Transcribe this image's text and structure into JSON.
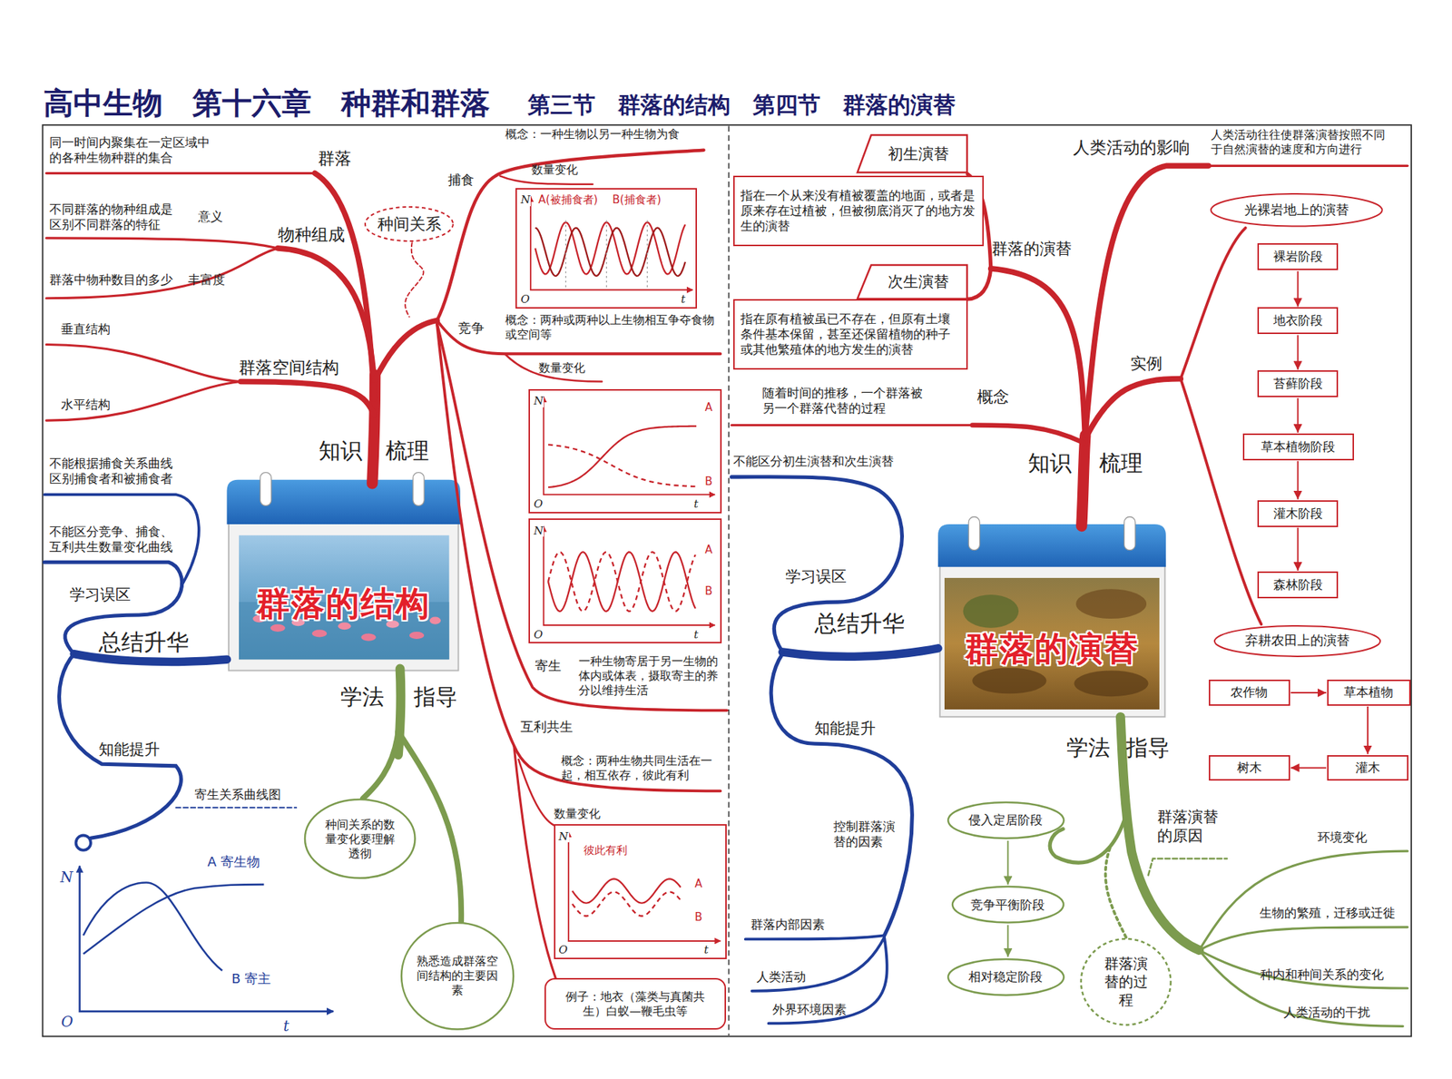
{
  "diagram": {
    "title": "高中生物　第十六章　种群和群落",
    "nodes": [
      {
        "text": [
          "种间关系"
        ]
      },
      {
        "text": [
          "N",
          "A(被捕食者)",
          "B(捕食者)",
          "O",
          "t"
        ]
      },
      {
        "text": [
          "N",
          "A",
          "B",
          "O",
          "t"
        ]
      },
      {
        "text": [
          "N",
          "A",
          "B",
          "O",
          "t"
        ]
      },
      {
        "text": [
          "群落的结构"
        ]
      },
      {
        "text": [
          "N",
          "彼此有利",
          "A",
          "B",
          "O",
          "t"
        ]
      },
      {
        "text": [
          "种间关系的数量变化要理解透彻"
        ]
      },
      {
        "text": [
          "熟悉造成群落空间结构的主要因素"
        ]
      },
      {
        "text": [
          "例子：地衣（藻类与真菌共生）白蚁—鞭毛虫等"
        ]
      },
      {
        "text": [
          "初生演替"
        ]
      },
      {
        "text": [
          "指在一个从来没有植被覆盖的地面，或者是原来存在过植被，但被彻底消灭了的地方发生的演替"
        ]
      },
      {
        "text": [
          "次生演替"
        ]
      },
      {
        "text": [
          "指在原有植被虽已不存在，但原有土壤条件基本保留，甚至还保留植物的种子或其他繁殖体的地方发生的演替"
        ]
      },
      {
        "text": [
          "光裸岩地上的演替"
        ]
      },
      {
        "text": [
          "裸岩阶段"
        ]
      },
      {
        "text": [
          "地衣阶段"
        ]
      },
      {
        "text": [
          "苔藓阶段"
        ]
      },
      {
        "text": [
          "草本植物阶段"
        ]
      },
      {
        "text": [
          "灌木阶段"
        ]
      },
      {
        "text": [
          "森林阶段"
        ]
      },
      {
        "text": [
          "群落的演替"
        ]
      },
      {
        "text": [
          "弃耕农田上的演替"
        ]
      },
      {
        "text": [
          "农作物"
        ]
      },
      {
        "text": [
          "草本植物"
        ]
      },
      {
        "text": [
          "灌木"
        ]
      },
      {
        "text": [
          "树木"
        ]
      },
      {
        "text": [
          "侵入定居阶段"
        ]
      },
      {
        "text": [
          "竞争平衡阶段"
        ]
      },
      {
        "text": [
          "相对稳定阶段"
        ]
      },
      {
        "text": [
          "群落演替的过程"
        ]
      }
    ],
    "edges": [
      {
        "from": 14,
        "to": 15,
        "arrow": "to"
      },
      {
        "from": 15,
        "to": 16,
        "arrow": "to"
      },
      {
        "from": 16,
        "to": 17,
        "arrow": "to"
      },
      {
        "from": 17,
        "to": 18,
        "arrow": "to"
      },
      {
        "from": 18,
        "to": 19,
        "arrow": "to"
      },
      {
        "from": 22,
        "to": 23,
        "arrow": "to"
      },
      {
        "from": 23,
        "to": 24,
        "arrow": "to"
      },
      {
        "from": 24,
        "to": 25,
        "arrow": "to"
      },
      {
        "from": 26,
        "to": 27,
        "arrow": "to"
      },
      {
        "from": 27,
        "to": 28,
        "arrow": "to"
      }
    ],
    "labels": [
      "第三节　群落的结构　第四节　群落的演替",
      "同一时间内聚集在一定区域中的各种生物种群的集合",
      "群落",
      "不同群落的物种组成是区别不同群落的特征",
      "意义",
      "物种组成",
      "群落中物种数目的多少",
      "丰富度",
      "垂直结构",
      "群落空间结构",
      "水平结构",
      "知识",
      "梳理",
      "概念：一种生物以另一种生物为食",
      "捕食",
      "数量变化",
      "竞争",
      "概念：两种或两种以上生物相互争夺食物或空间等",
      "数量变化",
      "寄生",
      "一种生物寄居于另一生物的体内或体表，摄取寄主的养分以维持生活",
      "互利共生",
      "概念：两种生物共同生活在一起，相互依存，彼此有利",
      "数量变化",
      "不能根据捕食关系曲线区别捕食者和被捕食者",
      "不能区分竞争、捕食、互利共生数量变化曲线",
      "学习误区",
      "总结升华",
      "知能提升",
      "寄生关系曲线图",
      "N",
      "A 寄生物",
      "B 寄主",
      "O",
      "t",
      "学法",
      "指导",
      "不能区分初生演替和次生演替",
      "随着时间的推移，一个群落被另一个群落代替的过程",
      "概念",
      "群落的演替",
      "人类活动的影响",
      "人类活动往往使群落演替按照不同于自然演替的速度和方向进行",
      "实例",
      "知识",
      "梳理",
      "学习误区",
      "总结升华",
      "知能提升",
      "控制群落演替的因素",
      "群落内部因素",
      "人类活动",
      "外界环境因素",
      "学法",
      "指导",
      "群落演替的原因",
      "环境变化",
      "生物的繁殖，迁移或迁徙",
      "种内和种间关系的变化",
      "人类活动的干扰"
    ]
  }
}
